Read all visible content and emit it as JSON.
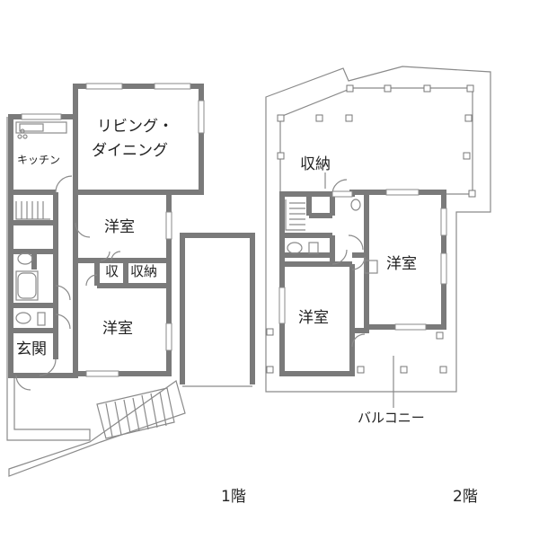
{
  "floor1": {
    "floor_label": "1階",
    "rooms": {
      "living_line1": "リビング・",
      "living_line2": "ダイニング",
      "kitchen": "キッチン",
      "western_top": "洋室",
      "storage_small": "収",
      "storage": "収納",
      "western_bottom": "洋室",
      "entrance": "玄関"
    }
  },
  "floor2": {
    "floor_label": "2階",
    "rooms": {
      "storage": "収納",
      "western_right": "洋室",
      "western_left": "洋室",
      "balcony": "バルコニー"
    }
  }
}
